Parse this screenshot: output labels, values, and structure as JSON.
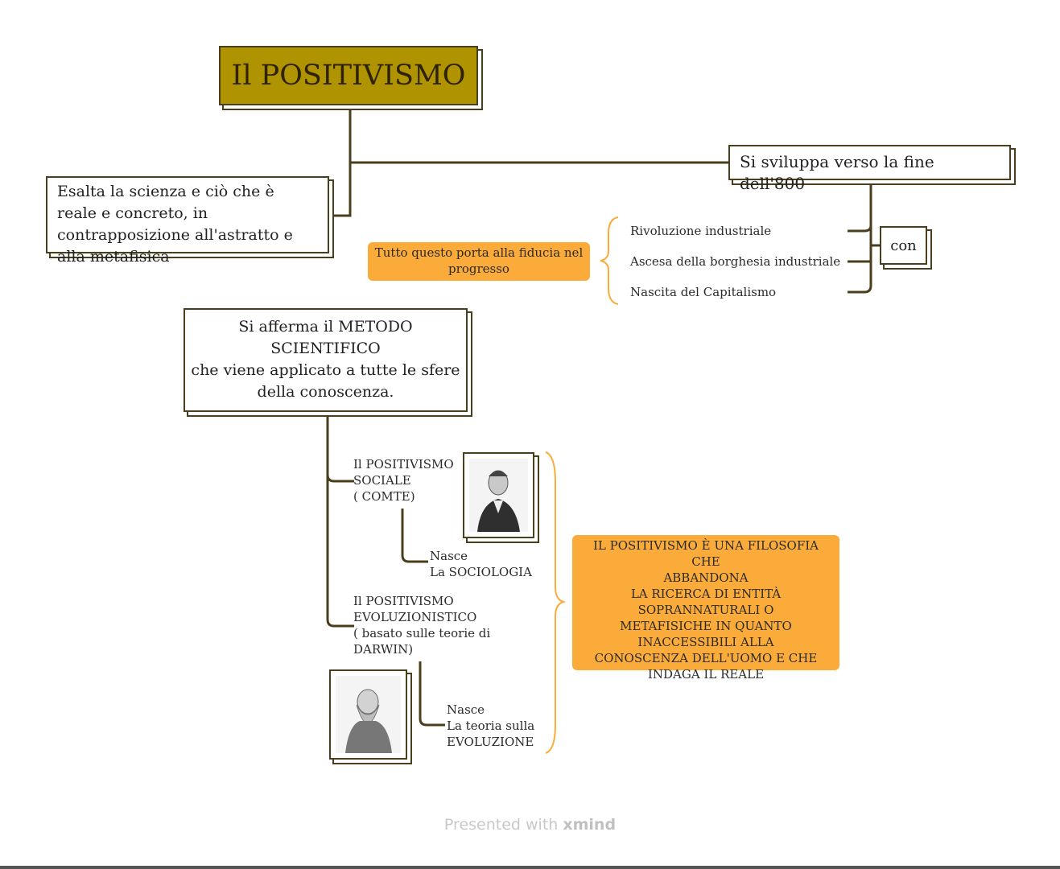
{
  "title": "Il POSITIVISMO",
  "left_box": "Esalta la scienza e ciò che è reale e concreto, in contrapposizione all'astratto e alla metafisica",
  "right_box": "Si sviluppa verso la fine dell'800",
  "con_box": "con",
  "fiducia": "Tutto questo porta alla fiducia nel progresso",
  "causes": [
    "Rivoluzione industriale",
    "Ascesa della borghesia industriale",
    "Nascita del Capitalismo"
  ],
  "method_box": {
    "line1": "Si afferma il METODO",
    "line2": "SCIENTIFICO",
    "line3": "che viene applicato a tutte le sfere",
    "line4": "della conoscenza."
  },
  "sociale": {
    "line1": "Il POSITIVISMO",
    "line2": "SOCIALE",
    "line3": "( COMTE)"
  },
  "sociale_nasce": {
    "line1": "Nasce",
    "line2": "La SOCIOLOGIA"
  },
  "evol": {
    "line1": "Il POSITIVISMO",
    "line2": "EVOLUZIONISTICO",
    "line3": "( basato sulle teorie di",
    "line4": "DARWIN)"
  },
  "evol_nasce": {
    "line1": "Nasce",
    "line2": "La teoria sulla",
    "line3": "EVOLUZIONE"
  },
  "summary": [
    "IL POSITIVISMO È UNA FILOSOFIA CHE",
    "ABBANDONA",
    "LA RICERCA DI ENTITÀ",
    "SOPRANNATURALI O",
    "METAFISICHE IN QUANTO",
    "INACCESSIBILI ALLA",
    "CONOSCENZA DELL'UOMO E CHE",
    "INDAGA IL REALE"
  ],
  "footer": {
    "prefix": "Presented with ",
    "brand": "xmind"
  },
  "colors": {
    "title_bg": "#b09300",
    "orange": "#fbab3a",
    "line": "#4a3f1c"
  }
}
